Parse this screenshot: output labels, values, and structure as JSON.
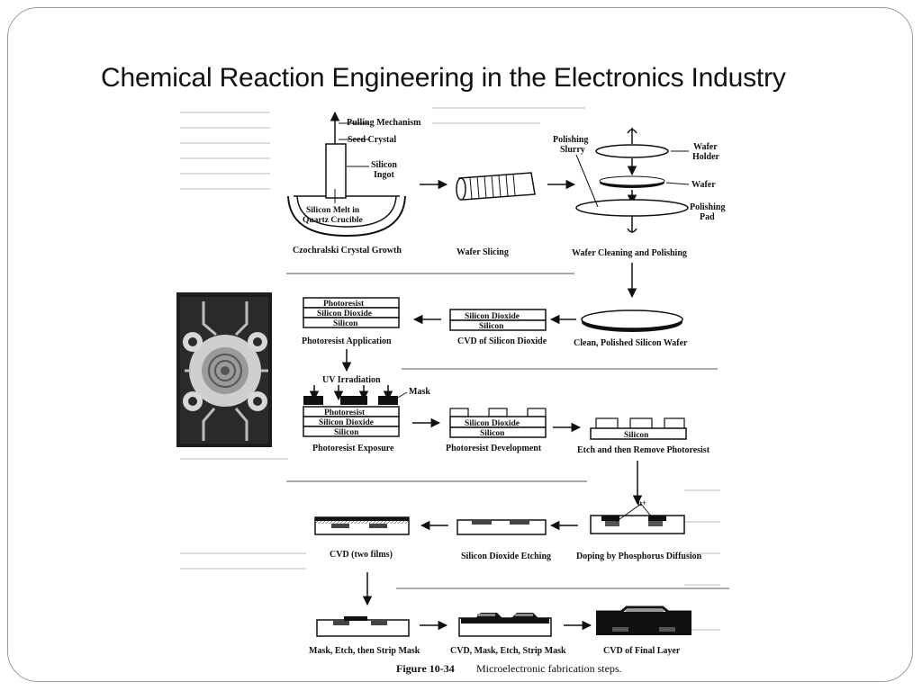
{
  "slide": {
    "title": "Chemical Reaction Engineering in the Electronics Industry"
  },
  "figure": {
    "caption_number": "Figure 10-34",
    "caption_text": "Microelectronic fabrication steps.",
    "row1": {
      "czochralski": {
        "pulling": "Pulling Mechanism",
        "seed": "Seed Crystal",
        "ingot_1": "Silicon",
        "ingot_2": "Ingot",
        "melt_1": "Silicon Melt in",
        "melt_2": "Quartz Crucible",
        "step": "Czochralski Crystal Growth"
      },
      "slicing": {
        "step": "Wafer Slicing"
      },
      "polishing": {
        "slurry_1": "Polishing",
        "slurry_2": "Slurry",
        "holder_1": "Wafer",
        "holder_2": "Holder",
        "wafer": "Wafer",
        "pad_1": "Polishing",
        "pad_2": "Pad",
        "step": "Wafer Cleaning and Polishing"
      }
    },
    "row2": {
      "clean_wafer": "Clean, Polished Silicon Wafer",
      "cvd_dioxide": {
        "layer1": "Silicon Dioxide",
        "layer2": "Silicon",
        "step": "CVD of Silicon Dioxide"
      },
      "resist_app": {
        "layer1": "Photoresist",
        "layer2": "Silicon Dioxide",
        "layer3": "Silicon",
        "step": "Photoresist Application"
      }
    },
    "row3": {
      "uv": "UV Irradiation",
      "mask": "Mask",
      "exposure": {
        "layer1": "Photoresist",
        "layer2": "Silicon Dioxide",
        "layer3": "Silicon",
        "step": "Photoresist Exposure"
      },
      "development": {
        "layer1": "Silicon Dioxide",
        "layer2": "Silicon",
        "step": "Photoresist Development"
      },
      "etch": {
        "layer1": "Silicon",
        "step": "Etch and then Remove Photoresist"
      }
    },
    "row4": {
      "doping": {
        "mark": "n+",
        "step": "Doping by Phosphorus Diffusion"
      },
      "dioxide_etch": {
        "step": "Silicon Dioxide Etching"
      },
      "cvd_two": {
        "step": "CVD (two films)"
      }
    },
    "row5": {
      "strip": {
        "step": "Mask, Etch, then Strip Mask"
      },
      "cvd_mask": {
        "step": "CVD, Mask, Etch, Strip Mask"
      },
      "final": {
        "step": "CVD of Final Layer"
      }
    }
  }
}
